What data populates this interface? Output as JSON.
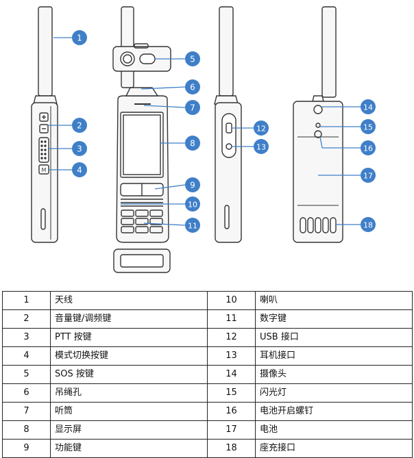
{
  "colors": {
    "callout": "#3f7fc8",
    "outline": "#333333",
    "body_fill": "#f4f4f4"
  },
  "parts": [
    {
      "id": "1",
      "name": "天线"
    },
    {
      "id": "2",
      "name": "音量键/调频键"
    },
    {
      "id": "3",
      "name": "PTT 按键"
    },
    {
      "id": "4",
      "name": "模式切换按键"
    },
    {
      "id": "5",
      "name": "SOS 按键"
    },
    {
      "id": "6",
      "name": "吊绳孔"
    },
    {
      "id": "7",
      "name": "听筒"
    },
    {
      "id": "8",
      "name": "显示屏"
    },
    {
      "id": "9",
      "name": "功能键"
    },
    {
      "id": "10",
      "name": "喇叭"
    },
    {
      "id": "11",
      "name": "数字键"
    },
    {
      "id": "12",
      "name": "USB 接口"
    },
    {
      "id": "13",
      "name": "耳机接口"
    },
    {
      "id": "14",
      "name": "摄像头"
    },
    {
      "id": "15",
      "name": "闪光灯"
    },
    {
      "id": "16",
      "name": "电池开启螺钉"
    },
    {
      "id": "17",
      "name": "电池"
    },
    {
      "id": "18",
      "name": "座充接口"
    }
  ]
}
